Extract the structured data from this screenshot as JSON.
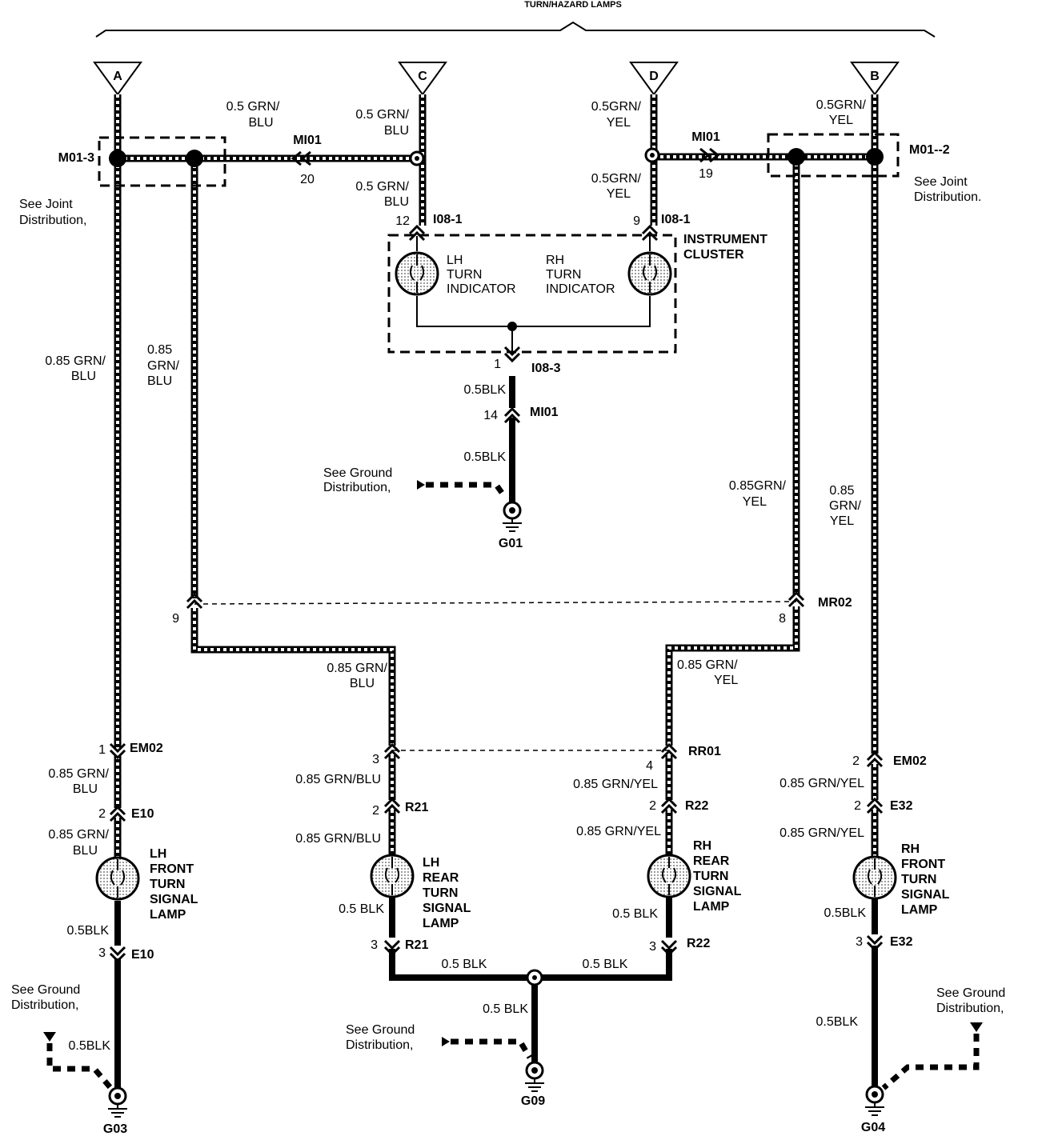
{
  "title": "TURN/HAZARD LAMPS",
  "terminals": {
    "a": "A",
    "b": "B",
    "c": "C",
    "d": "D"
  },
  "wires": {
    "w1": [
      "0.5 GRN/",
      "BLU"
    ],
    "w2": [
      "0.5 GRN/",
      "BLU"
    ],
    "w3": [
      "0.5 GRN/",
      "BLU"
    ],
    "w4": [
      "0.5GRN/",
      "YEL"
    ],
    "w5": [
      "0.5GRN/",
      "YEL"
    ],
    "w6": [
      "0.5GRN/",
      "YEL"
    ],
    "w7": [
      "0.85 GRN/",
      "BLU"
    ],
    "w8": [
      "0.85",
      "GRN/",
      "BLU"
    ],
    "w9": "0.5BLK",
    "w10": "0.5BLK",
    "w11": [
      "0.85GRN/",
      "YEL"
    ],
    "w12": [
      "0.85",
      "GRN/",
      "YEL"
    ],
    "w13": [
      "0.85 GRN/",
      "BLU"
    ],
    "w14": [
      "0.85 GRN/",
      "YEL"
    ],
    "w15": "0.85 GRN/BLU",
    "w16": "0.85 GRN/BLU",
    "w17": "0.85 GRN/YEL",
    "w18": "0.85 GRN/YEL",
    "w19": "0.85 GRN/YEL",
    "w20": "0.85 GRN/YEL",
    "w21": [
      "0.85 GRN/",
      "BLU"
    ],
    "w22": [
      "0.85 GRN/",
      "BLU"
    ],
    "w23": "0.5BLK",
    "w24": "0.5BLK",
    "w25": "0.5 BLK",
    "w26": "0.5 BLK",
    "w27": "0.5BLK",
    "w28": "0.5BLK",
    "w29": "0.5 BLK",
    "w30": "0.5 BLK",
    "w31": "0.5 BLK"
  },
  "connectors": {
    "m01_3": "M01-3",
    "m01_2": "M01--2",
    "mi01_left": "MI01",
    "mi01_left_pin": "20",
    "mi01_right": "MI01",
    "mi01_right_pin": "19",
    "i08_1_left": "I08-1",
    "i08_1_left_pin": "12",
    "i08_1_right": "I08-1",
    "i08_1_right_pin": "9",
    "i08_3": "I08-3",
    "i08_3_pin": "1",
    "mi01_mid": "MI01",
    "mi01_mid_pin": "14",
    "mr02": "MR02",
    "mr02_pin_left": "9",
    "mr02_pin_right": "8",
    "rr01": "RR01",
    "rr01_pin_left": "3",
    "rr01_pin_right": "4",
    "em02_left": "EM02",
    "em02_left_pin": "1",
    "e10_top": "E10",
    "e10_top_pin": "2",
    "e10_bot": "E10",
    "e10_bot_pin": "3",
    "r21_top": "R21",
    "r21_top_pin": "2",
    "r21_bot": "R21",
    "r21_bot_pin": "3",
    "r22_top": "R22",
    "r22_top_pin": "2",
    "r22_bot": "R22",
    "r22_bot_pin": "3",
    "em02_right": "EM02",
    "em02_right_pin": "2",
    "e32_top": "E32",
    "e32_top_pin": "2",
    "e32_bot": "E32",
    "e32_bot_pin": "3"
  },
  "notes": {
    "joint_left": [
      "See Joint",
      "Distribution,"
    ],
    "joint_right": [
      "See Joint",
      "Distribution."
    ],
    "ground_g01": [
      "See Ground",
      "Distribution,"
    ],
    "ground_g03": [
      "See Ground",
      "Distribution,"
    ],
    "ground_g09": [
      "See Ground",
      "Distribution,"
    ],
    "ground_g04": [
      "See Ground",
      "Distribution,"
    ]
  },
  "components": {
    "cluster": [
      "INSTRUMENT",
      "CLUSTER"
    ],
    "lh_indicator": [
      "LH",
      "TURN",
      "INDICATOR"
    ],
    "rh_indicator": [
      "RH",
      "TURN",
      "INDICATOR"
    ],
    "lh_front": [
      "LH",
      "FRONT",
      "TURN",
      "SIGNAL",
      "LAMP"
    ],
    "lh_rear": [
      "LH",
      "REAR",
      "TURN",
      "SIGNAL",
      "LAMP"
    ],
    "rh_rear": [
      "RH",
      "REAR",
      "TURN",
      "SIGNAL",
      "LAMP"
    ],
    "rh_front": [
      "RH",
      "FRONT",
      "TURN",
      "SIGNAL",
      "LAMP"
    ]
  },
  "grounds": {
    "g01": "G01",
    "g03": "G03",
    "g09": "G09",
    "g04": "G04"
  }
}
